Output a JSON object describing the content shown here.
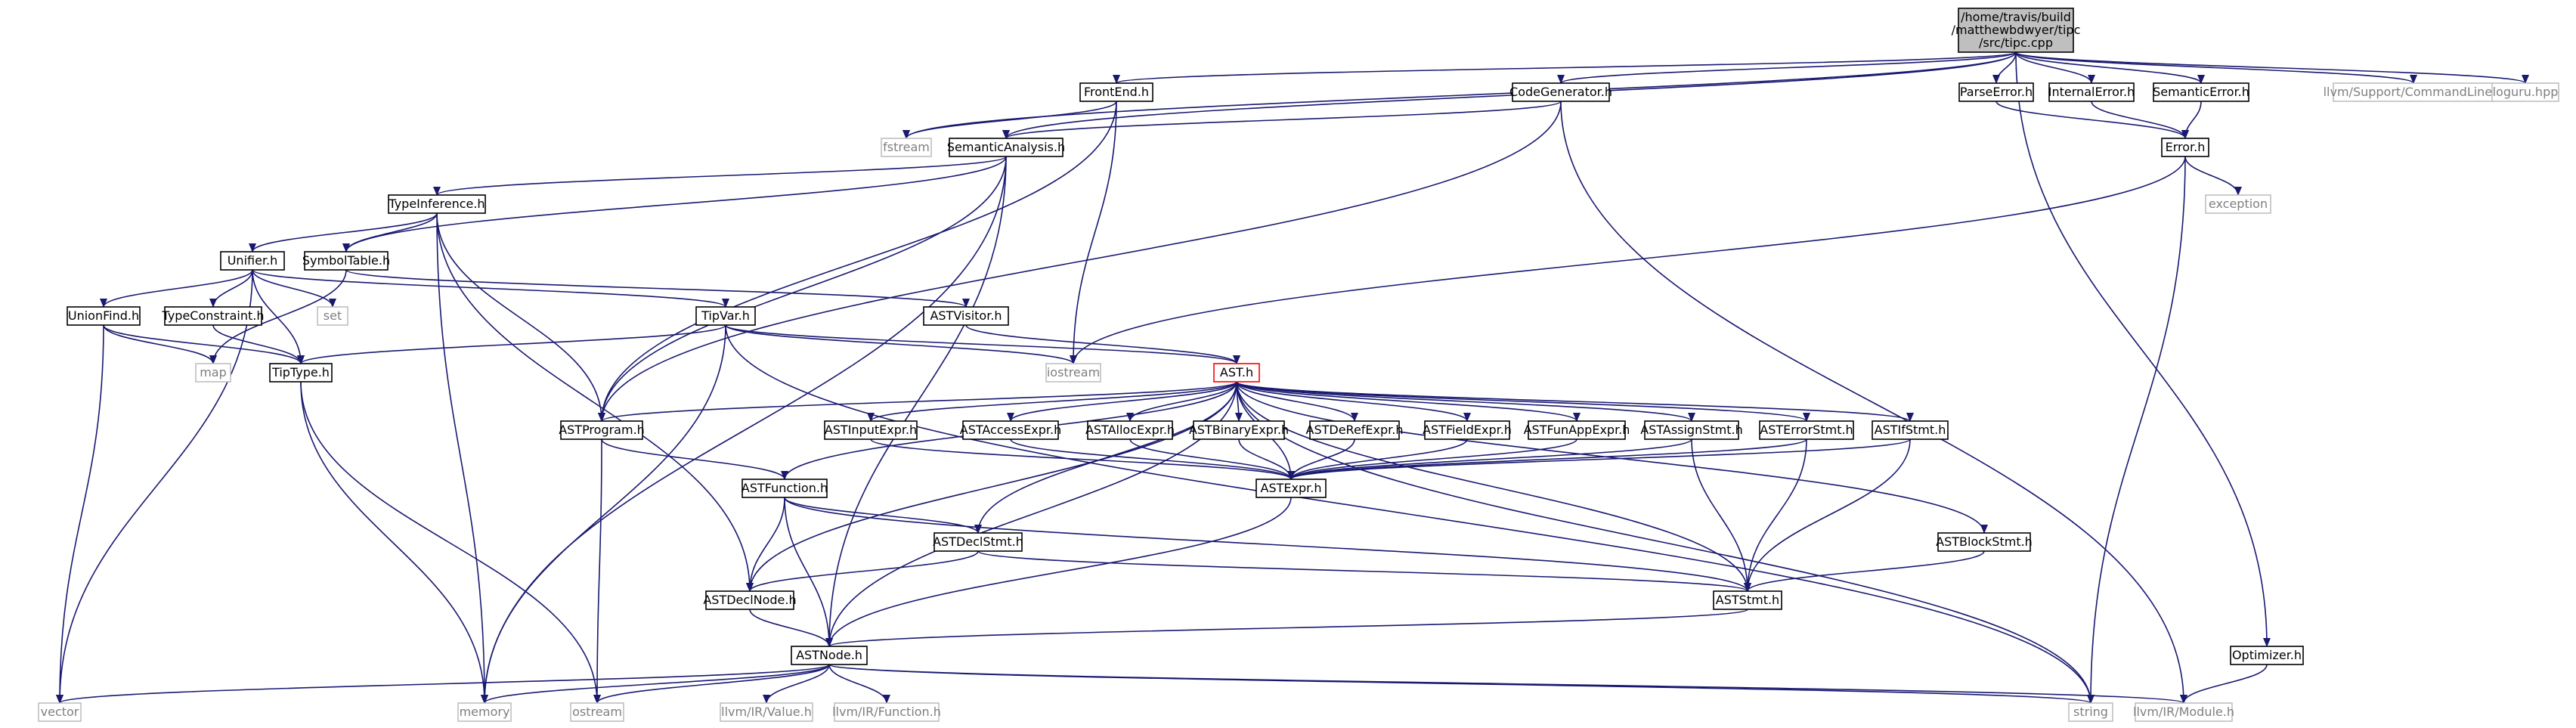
{
  "graph": {
    "edge_color": "#191970",
    "root_fill": "#bfbfbf",
    "highlight_color": "#ff0000",
    "nodes": [
      {
        "id": "tipc",
        "lines": [
          "/home/travis/build",
          "/matthewbdwyer/tipc",
          "/src/tipc.cpp"
        ],
        "kind": "root"
      },
      {
        "id": "frontend",
        "lines": [
          "FrontEnd.h"
        ],
        "kind": "internal"
      },
      {
        "id": "codegen",
        "lines": [
          "CodeGenerator.h"
        ],
        "kind": "internal"
      },
      {
        "id": "parseerror",
        "lines": [
          "ParseError.h"
        ],
        "kind": "internal"
      },
      {
        "id": "internalerror",
        "lines": [
          "InternalError.h"
        ],
        "kind": "internal"
      },
      {
        "id": "semanticerror",
        "lines": [
          "SemanticError.h"
        ],
        "kind": "internal"
      },
      {
        "id": "llvmcmd",
        "lines": [
          "llvm/Support/CommandLine.h"
        ],
        "kind": "external"
      },
      {
        "id": "loguru",
        "lines": [
          "loguru.hpp"
        ],
        "kind": "external"
      },
      {
        "id": "fstream",
        "lines": [
          "fstream"
        ],
        "kind": "external"
      },
      {
        "id": "semanal",
        "lines": [
          "SemanticAnalysis.h"
        ],
        "kind": "internal"
      },
      {
        "id": "error",
        "lines": [
          "Error.h"
        ],
        "kind": "internal"
      },
      {
        "id": "exception",
        "lines": [
          "exception"
        ],
        "kind": "external"
      },
      {
        "id": "typeinf",
        "lines": [
          "TypeInference.h"
        ],
        "kind": "internal"
      },
      {
        "id": "unifier",
        "lines": [
          "Unifier.h"
        ],
        "kind": "internal"
      },
      {
        "id": "symtab",
        "lines": [
          "SymbolTable.h"
        ],
        "kind": "internal"
      },
      {
        "id": "set",
        "lines": [
          "set"
        ],
        "kind": "external"
      },
      {
        "id": "astvisitor",
        "lines": [
          "ASTVisitor.h"
        ],
        "kind": "internal"
      },
      {
        "id": "unionfind",
        "lines": [
          "UnionFind.h"
        ],
        "kind": "internal"
      },
      {
        "id": "typeconstraint",
        "lines": [
          "TypeConstraint.h"
        ],
        "kind": "internal"
      },
      {
        "id": "tipvar",
        "lines": [
          "TipVar.h"
        ],
        "kind": "internal"
      },
      {
        "id": "map",
        "lines": [
          "map"
        ],
        "kind": "external"
      },
      {
        "id": "tiptype",
        "lines": [
          "TipType.h"
        ],
        "kind": "internal"
      },
      {
        "id": "iostream",
        "lines": [
          "iostream"
        ],
        "kind": "external"
      },
      {
        "id": "ast",
        "lines": [
          "AST.h"
        ],
        "kind": "highlight"
      },
      {
        "id": "astprogram",
        "lines": [
          "ASTProgram.h"
        ],
        "kind": "internal"
      },
      {
        "id": "astinput",
        "lines": [
          "ASTInputExpr.h"
        ],
        "kind": "internal"
      },
      {
        "id": "astaccess",
        "lines": [
          "ASTAccessExpr.h"
        ],
        "kind": "internal"
      },
      {
        "id": "astalloc",
        "lines": [
          "ASTAllocExpr.h"
        ],
        "kind": "internal"
      },
      {
        "id": "astbinary",
        "lines": [
          "ASTBinaryExpr.h"
        ],
        "kind": "internal"
      },
      {
        "id": "astderef",
        "lines": [
          "ASTDeRefExpr.h"
        ],
        "kind": "internal"
      },
      {
        "id": "astfield",
        "lines": [
          "ASTFieldExpr.h"
        ],
        "kind": "internal"
      },
      {
        "id": "astfunapp",
        "lines": [
          "ASTFunAppExpr.h"
        ],
        "kind": "internal"
      },
      {
        "id": "astassign",
        "lines": [
          "ASTAssignStmt.h"
        ],
        "kind": "internal"
      },
      {
        "id": "asterror",
        "lines": [
          "ASTErrorStmt.h"
        ],
        "kind": "internal"
      },
      {
        "id": "astif",
        "lines": [
          "ASTIfStmt.h"
        ],
        "kind": "internal"
      },
      {
        "id": "astexpr",
        "lines": [
          "ASTExpr.h"
        ],
        "kind": "internal"
      },
      {
        "id": "astfunction",
        "lines": [
          "ASTFunction.h"
        ],
        "kind": "internal"
      },
      {
        "id": "astdeclstmt",
        "lines": [
          "ASTDeclStmt.h"
        ],
        "kind": "internal"
      },
      {
        "id": "astblock",
        "lines": [
          "ASTBlockStmt.h"
        ],
        "kind": "internal"
      },
      {
        "id": "astdeclnode",
        "lines": [
          "ASTDeclNode.h"
        ],
        "kind": "internal"
      },
      {
        "id": "aststmt",
        "lines": [
          "ASTStmt.h"
        ],
        "kind": "internal"
      },
      {
        "id": "astnode",
        "lines": [
          "ASTNode.h"
        ],
        "kind": "internal"
      },
      {
        "id": "optimizer",
        "lines": [
          "Optimizer.h"
        ],
        "kind": "internal"
      },
      {
        "id": "vector",
        "lines": [
          "vector"
        ],
        "kind": "external"
      },
      {
        "id": "memory",
        "lines": [
          "memory"
        ],
        "kind": "external"
      },
      {
        "id": "ostream",
        "lines": [
          "ostream"
        ],
        "kind": "external"
      },
      {
        "id": "llvmvalue",
        "lines": [
          "llvm/IR/Value.h"
        ],
        "kind": "external"
      },
      {
        "id": "llvmfunction",
        "lines": [
          "llvm/IR/Function.h"
        ],
        "kind": "external"
      },
      {
        "id": "string",
        "lines": [
          "string"
        ],
        "kind": "external"
      },
      {
        "id": "llvmmodule",
        "lines": [
          "llvm/IR/Module.h"
        ],
        "kind": "external"
      }
    ],
    "edges": [
      [
        "tipc",
        "fstream"
      ],
      [
        "tipc",
        "frontend"
      ],
      [
        "tipc",
        "semanal"
      ],
      [
        "tipc",
        "codegen"
      ],
      [
        "tipc",
        "parseerror"
      ],
      [
        "tipc",
        "internalerror"
      ],
      [
        "tipc",
        "semanticerror"
      ],
      [
        "tipc",
        "llvmcmd"
      ],
      [
        "tipc",
        "loguru"
      ],
      [
        "tipc",
        "optimizer"
      ],
      [
        "frontend",
        "fstream"
      ],
      [
        "frontend",
        "iostream"
      ],
      [
        "frontend",
        "astprogram"
      ],
      [
        "codegen",
        "semanal"
      ],
      [
        "codegen",
        "llvmmodule"
      ],
      [
        "codegen",
        "astprogram"
      ],
      [
        "parseerror",
        "error"
      ],
      [
        "internalerror",
        "error"
      ],
      [
        "semanticerror",
        "error"
      ],
      [
        "error",
        "exception"
      ],
      [
        "error",
        "string"
      ],
      [
        "error",
        "iostream"
      ],
      [
        "semanal",
        "typeinf"
      ],
      [
        "semanal",
        "symtab"
      ],
      [
        "semanal",
        "astprogram"
      ],
      [
        "semanal",
        "memory"
      ],
      [
        "semanal",
        "astnode"
      ],
      [
        "typeinf",
        "unifier"
      ],
      [
        "typeinf",
        "symtab"
      ],
      [
        "typeinf",
        "astprogram"
      ],
      [
        "typeinf",
        "memory"
      ],
      [
        "typeinf",
        "astdeclnode"
      ],
      [
        "unifier",
        "unionfind"
      ],
      [
        "unifier",
        "typeconstraint"
      ],
      [
        "unifier",
        "set"
      ],
      [
        "unifier",
        "tiptype"
      ],
      [
        "unifier",
        "tipvar"
      ],
      [
        "unifier",
        "vector"
      ],
      [
        "symtab",
        "astvisitor"
      ],
      [
        "symtab",
        "map"
      ],
      [
        "astvisitor",
        "ast"
      ],
      [
        "unionfind",
        "map"
      ],
      [
        "unionfind",
        "tiptype"
      ],
      [
        "unionfind",
        "vector"
      ],
      [
        "typeconstraint",
        "tiptype"
      ],
      [
        "tipvar",
        "tiptype"
      ],
      [
        "tipvar",
        "iostream"
      ],
      [
        "tipvar",
        "ast"
      ],
      [
        "tipvar",
        "string"
      ],
      [
        "tipvar",
        "memory"
      ],
      [
        "tiptype",
        "memory"
      ],
      [
        "tiptype",
        "ostream"
      ],
      [
        "ast",
        "astprogram"
      ],
      [
        "ast",
        "astinput"
      ],
      [
        "ast",
        "astaccess"
      ],
      [
        "ast",
        "astalloc"
      ],
      [
        "ast",
        "astbinary"
      ],
      [
        "ast",
        "astderef"
      ],
      [
        "ast",
        "astfield"
      ],
      [
        "ast",
        "astfunapp"
      ],
      [
        "ast",
        "astassign"
      ],
      [
        "ast",
        "asterror"
      ],
      [
        "ast",
        "astif"
      ],
      [
        "ast",
        "astblock"
      ],
      [
        "ast",
        "astexpr"
      ],
      [
        "ast",
        "astfunction"
      ],
      [
        "ast",
        "astdeclstmt"
      ],
      [
        "ast",
        "astdeclnode"
      ],
      [
        "ast",
        "aststmt"
      ],
      [
        "ast",
        "astnode"
      ],
      [
        "ast",
        "string"
      ],
      [
        "astprogram",
        "astfunction"
      ],
      [
        "astprogram",
        "ostream"
      ],
      [
        "astinput",
        "astexpr"
      ],
      [
        "astaccess",
        "astexpr"
      ],
      [
        "astalloc",
        "astexpr"
      ],
      [
        "astbinary",
        "astexpr"
      ],
      [
        "astderef",
        "astexpr"
      ],
      [
        "astfield",
        "astexpr"
      ],
      [
        "astfunapp",
        "astexpr"
      ],
      [
        "astassign",
        "astexpr"
      ],
      [
        "astassign",
        "aststmt"
      ],
      [
        "asterror",
        "astexpr"
      ],
      [
        "asterror",
        "aststmt"
      ],
      [
        "astif",
        "astexpr"
      ],
      [
        "astif",
        "aststmt"
      ],
      [
        "astexpr",
        "astnode"
      ],
      [
        "astfunction",
        "astdeclstmt"
      ],
      [
        "astfunction",
        "astdeclnode"
      ],
      [
        "astfunction",
        "aststmt"
      ],
      [
        "astfunction",
        "astnode"
      ],
      [
        "astdeclstmt",
        "aststmt"
      ],
      [
        "astdeclstmt",
        "astdeclnode"
      ],
      [
        "astblock",
        "aststmt"
      ],
      [
        "astdeclnode",
        "astnode"
      ],
      [
        "aststmt",
        "astnode"
      ],
      [
        "astnode",
        "vector"
      ],
      [
        "astnode",
        "memory"
      ],
      [
        "astnode",
        "ostream"
      ],
      [
        "astnode",
        "llvmvalue"
      ],
      [
        "astnode",
        "llvmfunction"
      ],
      [
        "astnode",
        "string"
      ],
      [
        "astnode",
        "llvmmodule"
      ],
      [
        "optimizer",
        "llvmmodule"
      ]
    ]
  }
}
